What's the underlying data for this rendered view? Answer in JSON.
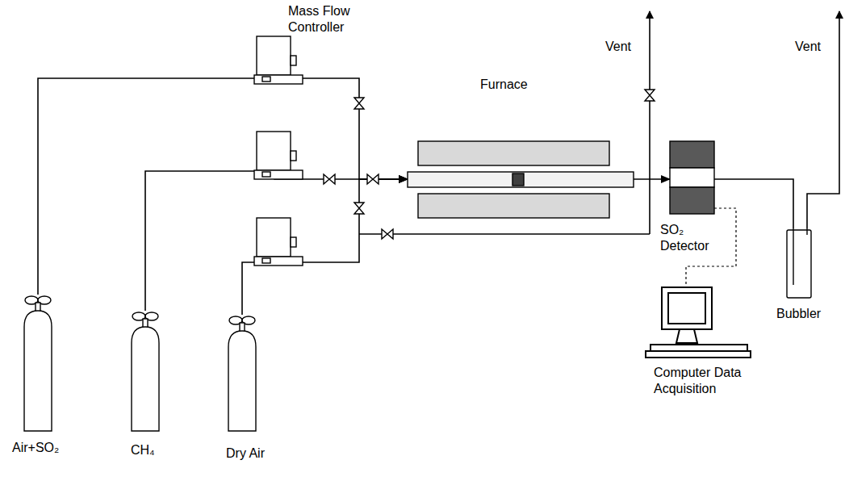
{
  "diagram": {
    "nodes": [
      {
        "text": [
          "Air+SO₂"
        ]
      },
      {
        "text": [
          "CH₄"
        ]
      },
      {
        "text": [
          "Dry Air"
        ]
      },
      {
        "text": [
          "Mass Flow Controller"
        ]
      },
      {
        "text": [
          "Furnace"
        ]
      },
      {
        "text": [
          "SO₂ Detector"
        ]
      },
      {
        "text": [
          "Computer Data Acquisition"
        ]
      },
      {
        "text": [
          "Bubbler"
        ]
      }
    ],
    "edges": [
      {
        "from": 0,
        "to": 3,
        "arrow": "none"
      },
      {
        "from": 3,
        "to": 4,
        "arrow": "to"
      },
      {
        "from": 1,
        "to": 4,
        "arrow": "to"
      },
      {
        "from": 2,
        "to": 4,
        "arrow": "to"
      },
      {
        "from": 4,
        "to": 5,
        "arrow": "to"
      },
      {
        "from": 5,
        "to": 7,
        "arrow": "none"
      },
      {
        "from": 5,
        "to": 6,
        "arrow": "none"
      }
    ],
    "labels": [
      "Vent",
      "Vent"
    ]
  }
}
